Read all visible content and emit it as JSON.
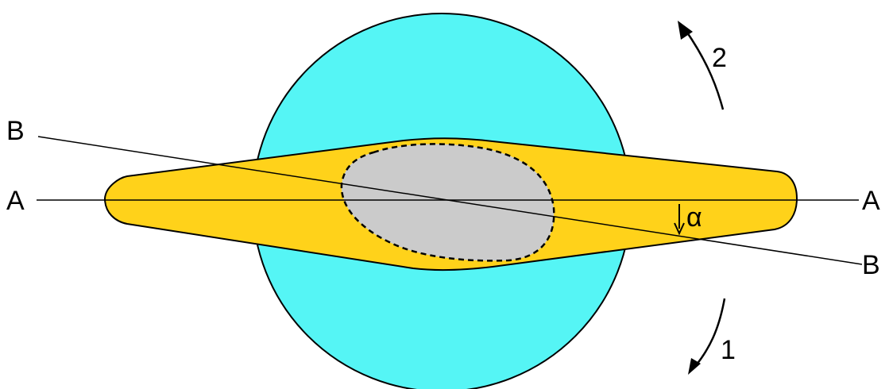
{
  "labels": {
    "line_a_left": "A",
    "line_a_right": "A",
    "line_b_left": "B",
    "line_b_right": "B",
    "angle": "α",
    "arrow_1": "1",
    "arrow_2": "2"
  },
  "colors": {
    "background": "#ffffff",
    "sphere": "#55f5f5",
    "disk": "#ffd21a",
    "core": "#cbcbcb",
    "outline": "#000000"
  }
}
